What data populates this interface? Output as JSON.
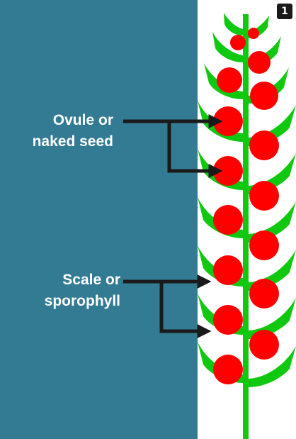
{
  "figure_number": "1",
  "labels": {
    "ovule": [
      "Ovule or",
      "naked seed"
    ],
    "scale": [
      "Scale or",
      "sporophyll"
    ]
  },
  "colors": {
    "background": "#337b93",
    "panel": "#ffffff",
    "stem": "#11c811",
    "seed": "#ff0000",
    "arrow": "#1a1a1a",
    "label_text": "#ffffff"
  }
}
